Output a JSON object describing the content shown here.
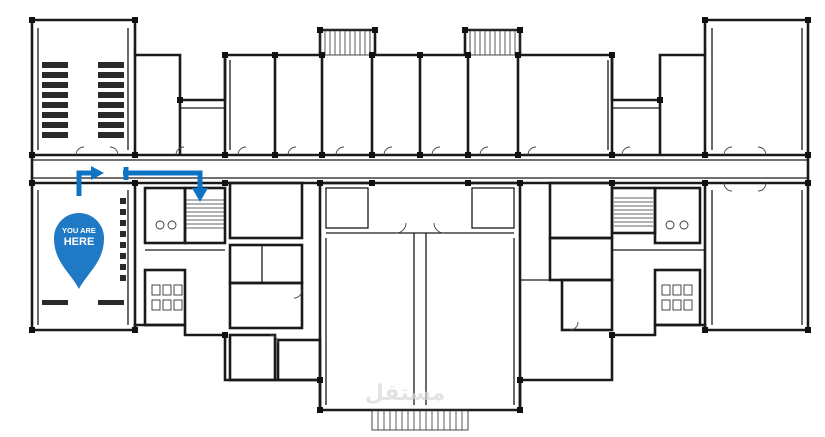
{
  "map": {
    "marker_line1": "YOU ARE",
    "marker_line2": "HERE",
    "watermark": "مستقل",
    "colors": {
      "route": "#0f73c4",
      "marker": "#1f79c4",
      "walls": "#1a1a1a",
      "background": "#ffffff"
    },
    "icons": [
      "location-pin-icon",
      "route-arrow-icon"
    ]
  }
}
